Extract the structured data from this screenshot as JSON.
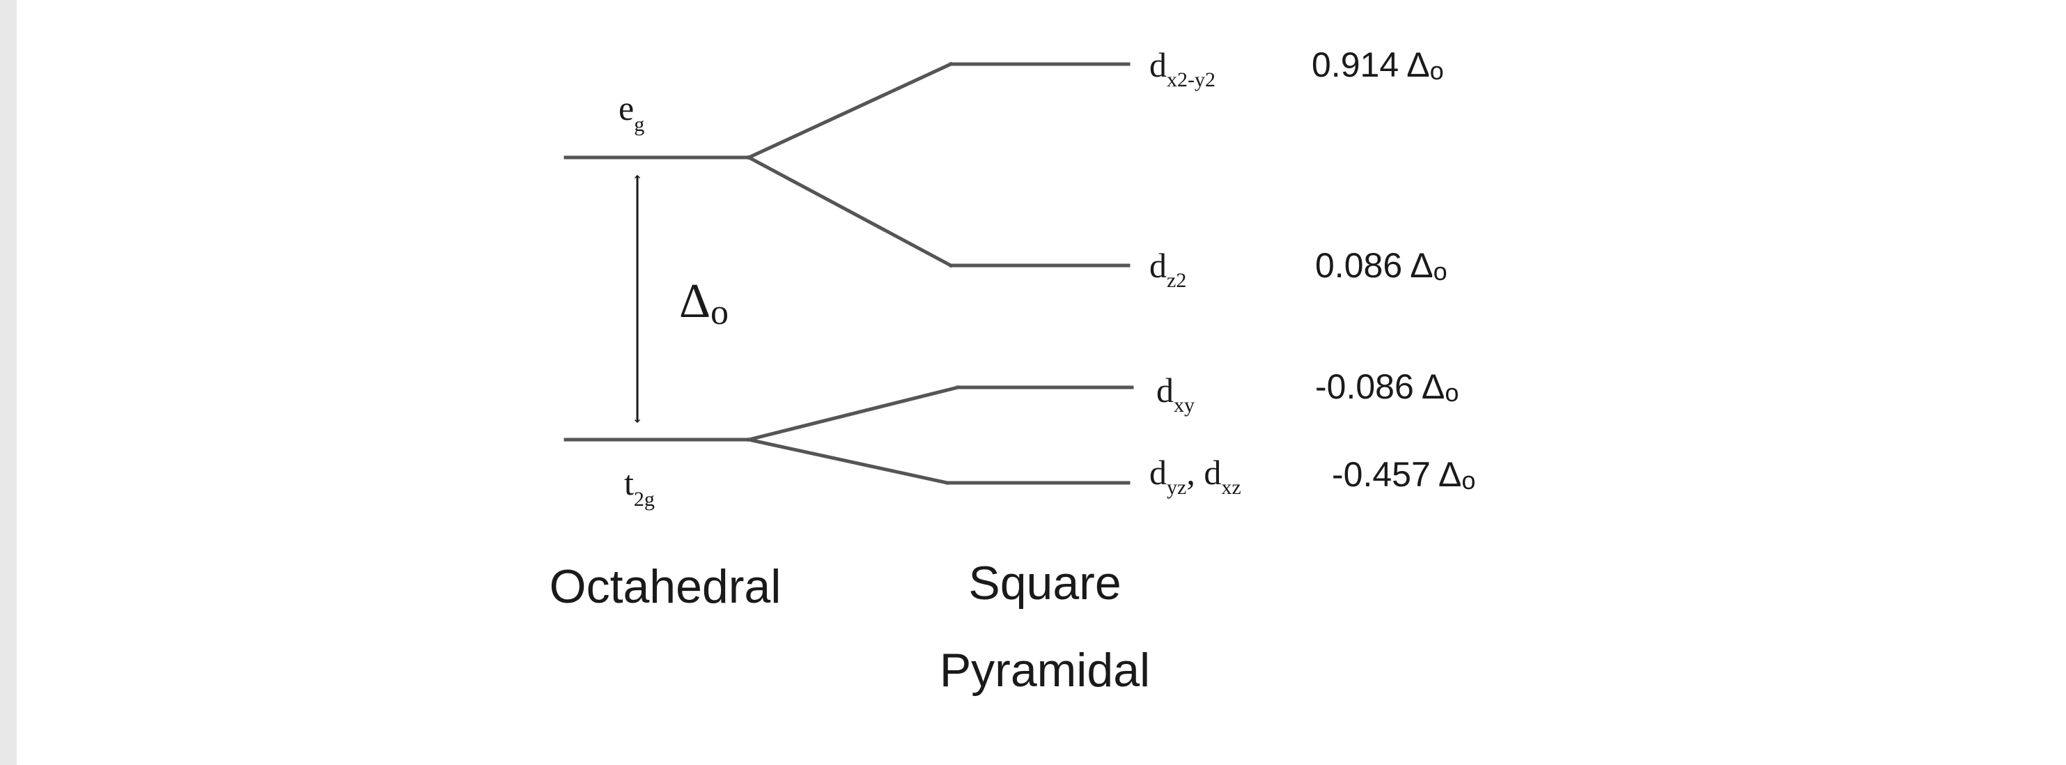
{
  "octahedral": {
    "eg": {
      "main": "e",
      "sub": "g"
    },
    "t2g": {
      "main": "t",
      "sub": "2g"
    },
    "gap": {
      "main": "Δ",
      "sub": "o"
    },
    "title": "Octahedral"
  },
  "square_pyramidal": {
    "title_line1": "Square",
    "title_line2": "Pyramidal",
    "levels": [
      {
        "d": "d",
        "sub": "x2-y2",
        "value": "0.914 Δ",
        "value_sub": "o"
      },
      {
        "d": "d",
        "sub": "z2",
        "value": "0.086 Δ",
        "value_sub": "o"
      },
      {
        "d": "d",
        "sub": "xy",
        "value": "-0.086 Δ",
        "value_sub": "o"
      },
      {
        "d": "d",
        "sub": "yz",
        "sep": ", ",
        "d2": "d",
        "sub2": "xz",
        "value": "-0.457 Δ",
        "value_sub": "o"
      }
    ]
  },
  "colors": {
    "level_line": "#555555",
    "text": "#1a1a1a",
    "left_strip": "#e8e8e8"
  }
}
